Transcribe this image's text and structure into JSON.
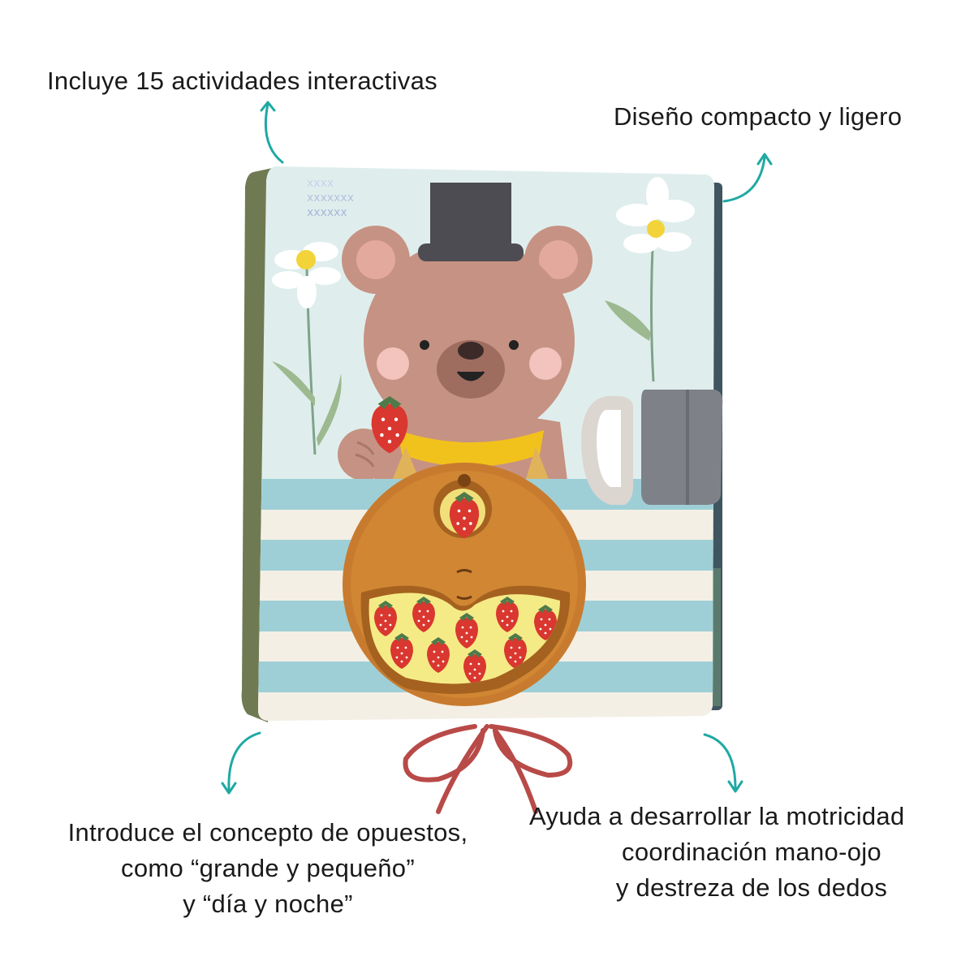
{
  "captions": {
    "top_left": "Incluye 15 actividades interactivas",
    "top_right": "Diseño compacto y ligero",
    "bottom_left": [
      "Introduce el concepto de opuestos,",
      "como “grande y pequeño”",
      "y “día y noche”"
    ],
    "bottom_right": [
      "Ayuda a desarrollar la motricidad",
      "coordinación mano-ojo",
      "y destreza de los dedos"
    ]
  },
  "colors": {
    "arrow": "#1fa9a3",
    "page_sky": "#dfeeed",
    "stripe_blue": "#9fcfd6",
    "stripe_cream": "#f4efe5",
    "bear": "#c69283",
    "bear_muzzle": "#9e6d60",
    "hat": "#4c4c52",
    "spinner_orange": "#c87b2e",
    "strawberry": "#d9372f",
    "spine_green": "#6f7a52",
    "strap_gray": "#7e8288",
    "ring": "#dcd6d0",
    "lace": "#b84a48"
  },
  "icons": [
    "curved-arrow-up-icon",
    "curved-arrow-down-icon",
    "teddy-bear-illustration",
    "strawberry-icon",
    "daisy-flower-icon"
  ]
}
